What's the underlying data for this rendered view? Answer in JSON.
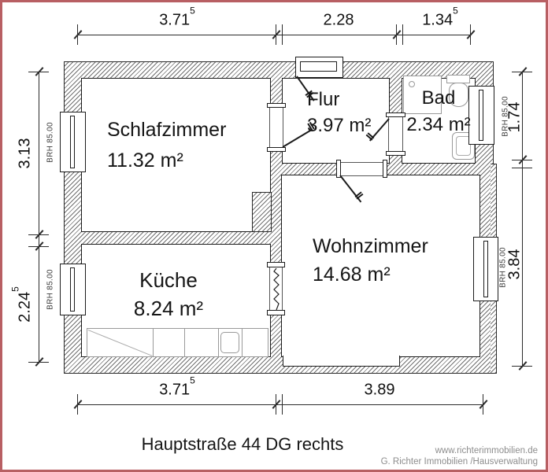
{
  "title": "Hauptstraße 44  DG rechts",
  "footer": {
    "line1": "www.richterimmobilien.de",
    "line2": "G. Richter Immobilien /Hausverwaltung"
  },
  "rooms": {
    "schlafzimmer": {
      "name": "Schlafzimmer",
      "area": "11.32 m²"
    },
    "flur": {
      "name": "Flur",
      "area": "3.97 m²"
    },
    "bad": {
      "name": "Bad",
      "area": "2.34 m²"
    },
    "wohnzimmer": {
      "name": "Wohnzimmer",
      "area": "14.68 m²"
    },
    "kueche": {
      "name": "Küche",
      "area": "8.24 m²"
    }
  },
  "windows": {
    "sill_label": "BRH 85.00"
  },
  "dimensions": {
    "top": [
      {
        "value": "3.71",
        "sup": "5"
      },
      {
        "value": "2.28",
        "sup": ""
      },
      {
        "value": "1.34",
        "sup": "5"
      }
    ],
    "bottom": [
      {
        "value": "3.71",
        "sup": "5"
      },
      {
        "value": "3.89",
        "sup": ""
      }
    ],
    "left": [
      {
        "value": "3.13",
        "sup": ""
      },
      {
        "value": "2.24",
        "sup": "5"
      }
    ],
    "right": [
      {
        "value": "1.74",
        "sup": ""
      },
      {
        "value": "3.84",
        "sup": ""
      }
    ]
  },
  "colors": {
    "frame": "#b85f63",
    "line": "#1c1c1c",
    "hatch": "#707070",
    "footer_text": "#8d8d8d"
  }
}
